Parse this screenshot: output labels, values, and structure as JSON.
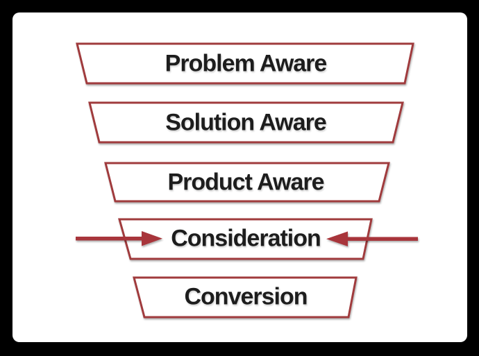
{
  "funnel": {
    "stages": [
      {
        "label": "Problem Aware"
      },
      {
        "label": "Solution Aware"
      },
      {
        "label": "Product Aware"
      },
      {
        "label": "Consideration",
        "highlighted": true
      },
      {
        "label": "Conversion"
      }
    ]
  },
  "annotations": {
    "left_arrow": {
      "icon": "arrow-right-icon",
      "points_at": "Consideration"
    },
    "right_arrow": {
      "icon": "arrow-left-icon",
      "points_at": "Consideration"
    }
  },
  "colors": {
    "frame_background": "#000000",
    "canvas_background": "#FFFFFF",
    "stage_outline": "#A03A3C",
    "arrow": "#A8363B",
    "label_text": "#1D1D1D"
  }
}
